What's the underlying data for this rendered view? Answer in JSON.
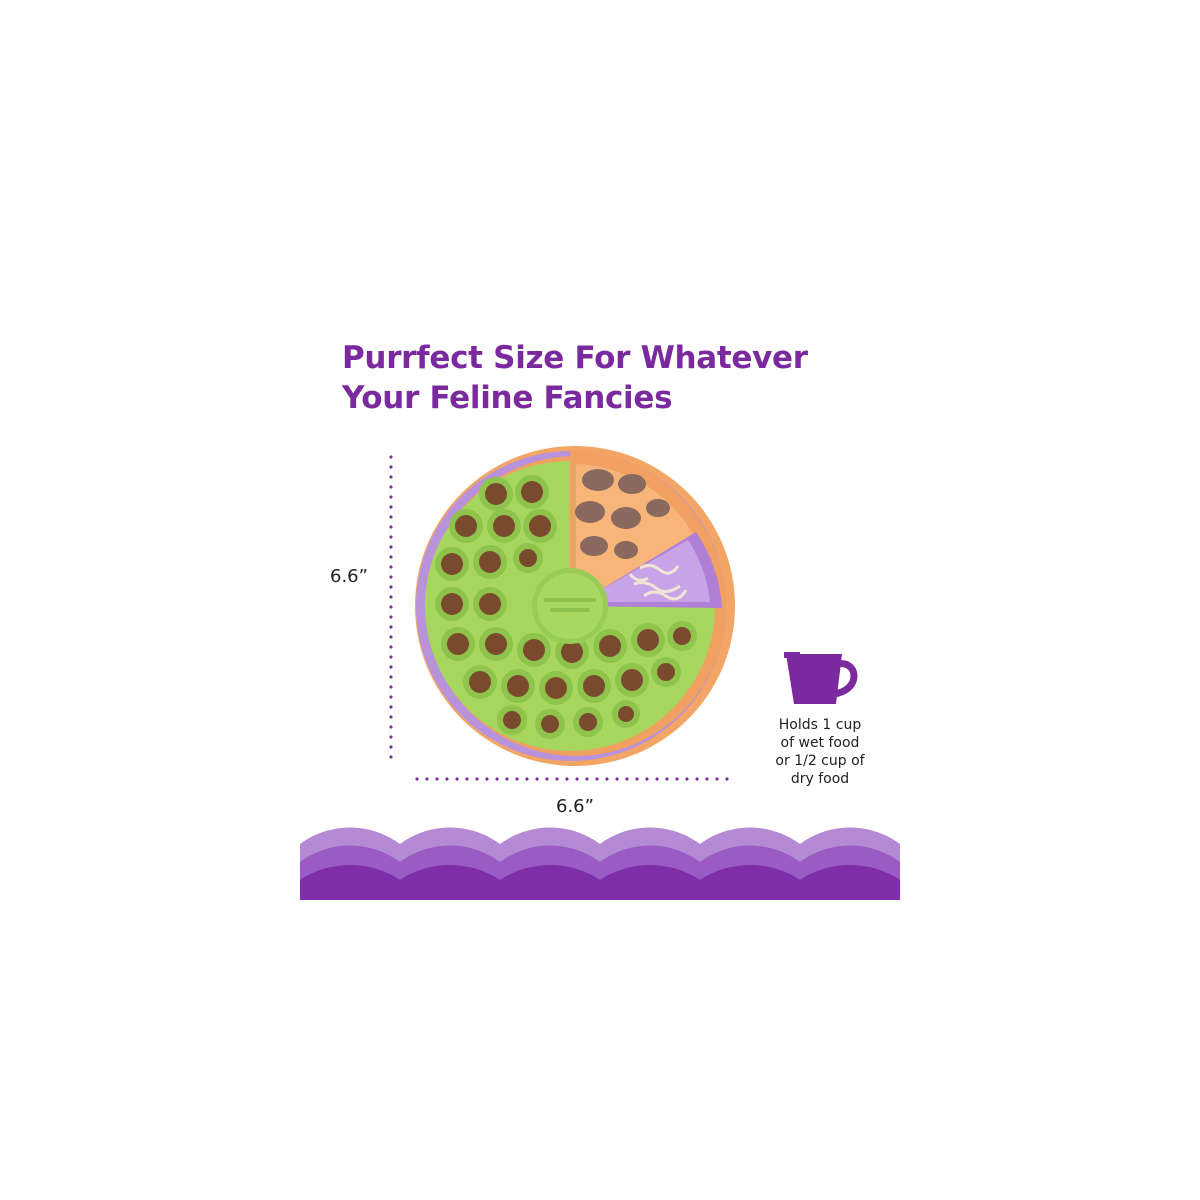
{
  "title": {
    "line1": "Purrfect Size For Whatever",
    "line2": "Your Feline Fancies"
  },
  "dimensions": {
    "height_label": "6.6”",
    "width_label": "6.6”"
  },
  "capacity": {
    "icon": "measuring-cup-icon",
    "lines": [
      "Holds 1 cup",
      "of wet food",
      "or 1/2 cup of",
      "dry food"
    ]
  },
  "colors": {
    "brand_purple": "#7a2a9e",
    "bowl_green": "#a3d65c",
    "bowl_orange": "#f0a366",
    "bowl_lavender": "#b48ad8"
  }
}
